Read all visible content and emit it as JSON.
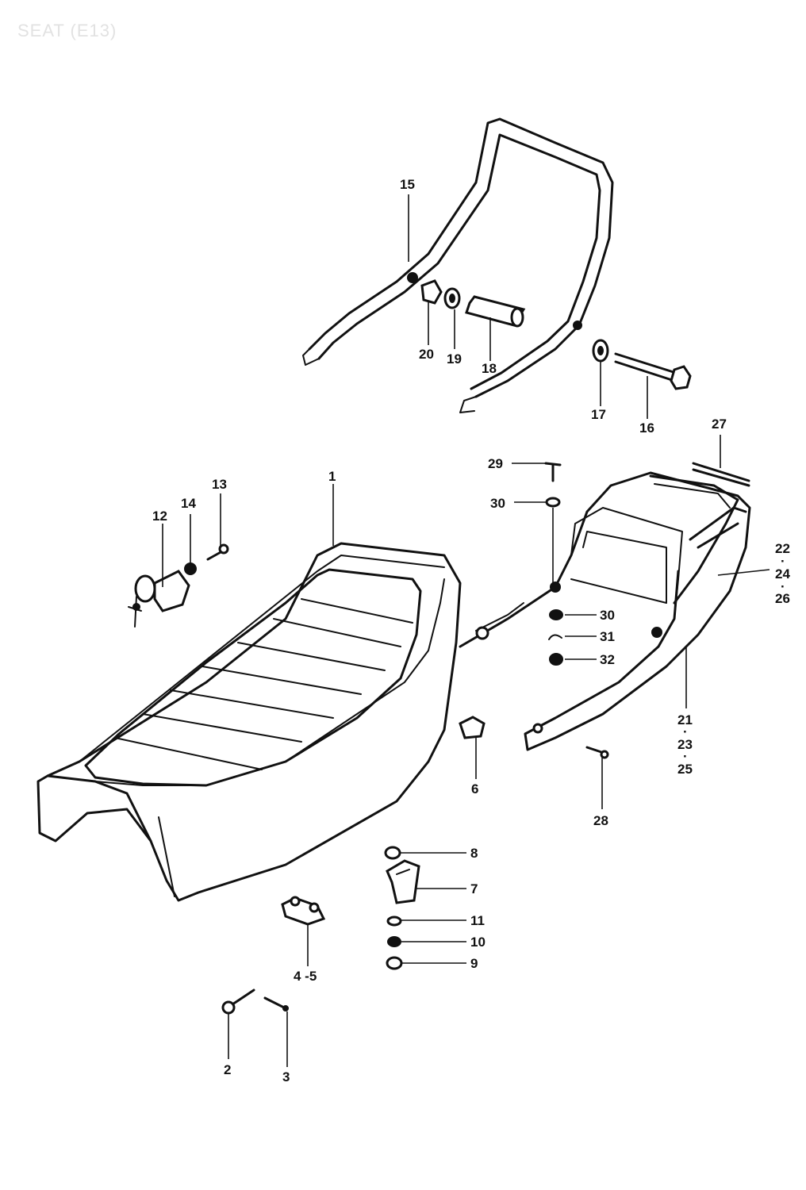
{
  "title": "SEAT (E13)",
  "labels": {
    "l1": "1",
    "l2": "2",
    "l3": "3",
    "l45": "4 -5",
    "l6": "6",
    "l7": "7",
    "l8": "8",
    "l9": "9",
    "l10": "10",
    "l11": "11",
    "l12": "12",
    "l13": "13",
    "l14": "14",
    "l15": "15",
    "l16": "16",
    "l17": "17",
    "l18": "18",
    "l19": "19",
    "l20": "20",
    "l21": "21",
    "l23": "23",
    "l25": "25",
    "l22": "22",
    "l24": "24",
    "l26": "26",
    "l27": "27",
    "l28": "28",
    "l29": "29",
    "l30a": "30",
    "l30b": "30",
    "l31": "31",
    "l32": "32",
    "dot": "·"
  }
}
